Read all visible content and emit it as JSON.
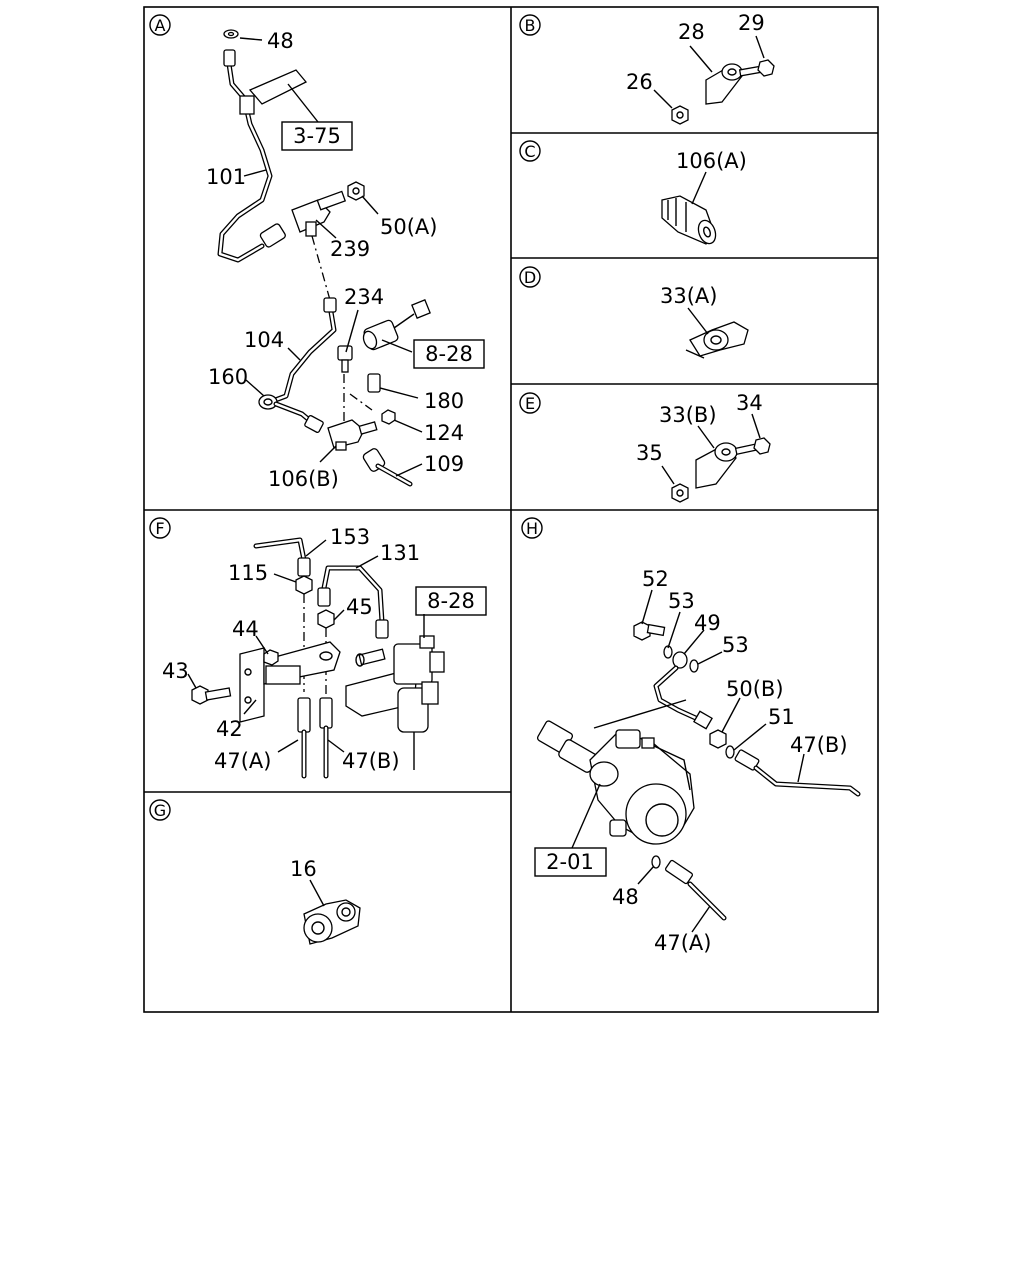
{
  "sections": {
    "A": {
      "letter": "A",
      "labels": [
        "48",
        "3-75",
        "101",
        "50(A)",
        "239",
        "234",
        "8-28",
        "104",
        "160",
        "180",
        "124",
        "109",
        "106(B)"
      ]
    },
    "B": {
      "letter": "B",
      "labels": [
        "28",
        "29",
        "26"
      ]
    },
    "C": {
      "letter": "C",
      "labels": [
        "106(A)"
      ]
    },
    "D": {
      "letter": "D",
      "labels": [
        "33(A)"
      ]
    },
    "E": {
      "letter": "E",
      "labels": [
        "33(B)",
        "34",
        "35"
      ]
    },
    "F": {
      "letter": "F",
      "labels": [
        "153",
        "131",
        "115",
        "45",
        "8-28",
        "44",
        "43",
        "42",
        "47(A)",
        "47(B)"
      ]
    },
    "G": {
      "letter": "G",
      "labels": [
        "16"
      ]
    },
    "H": {
      "letter": "H",
      "labels": [
        "52",
        "53",
        "49",
        "53",
        "50(B)",
        "51",
        "47(B)",
        "2-01",
        "48",
        "47(A)"
      ]
    }
  }
}
